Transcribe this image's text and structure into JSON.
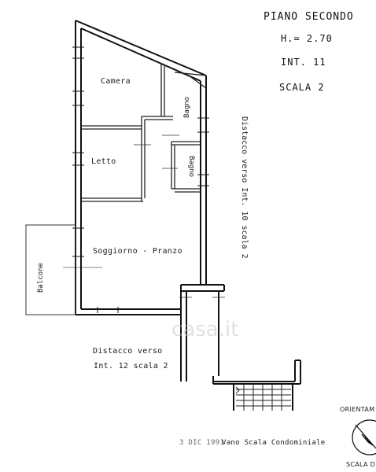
{
  "header": {
    "line1": "PIANO SECONDO",
    "line2": "H.= 2.70",
    "line3": "INT. 11",
    "line4": "SCALA 2"
  },
  "rooms": {
    "camera": "Camera",
    "bagno_upper": "Bagno",
    "bagno_lower": "Bagno",
    "letto": "Letto",
    "soggiorno": "Soggiorno - Pranzo",
    "balcone": "Balcone"
  },
  "notes": {
    "right_side": "Distacco verso Int. 10 scala 2",
    "bottom_line1": "Distacco verso",
    "bottom_line2": "Int. 12 scala 2",
    "stair": "Vano Scala Condominiale",
    "date_stamp": "3 DIC 1991"
  },
  "compass": {
    "top_label": "ORIENTAM",
    "bottom_label": "SCALA D"
  },
  "watermark": "casa.it"
}
